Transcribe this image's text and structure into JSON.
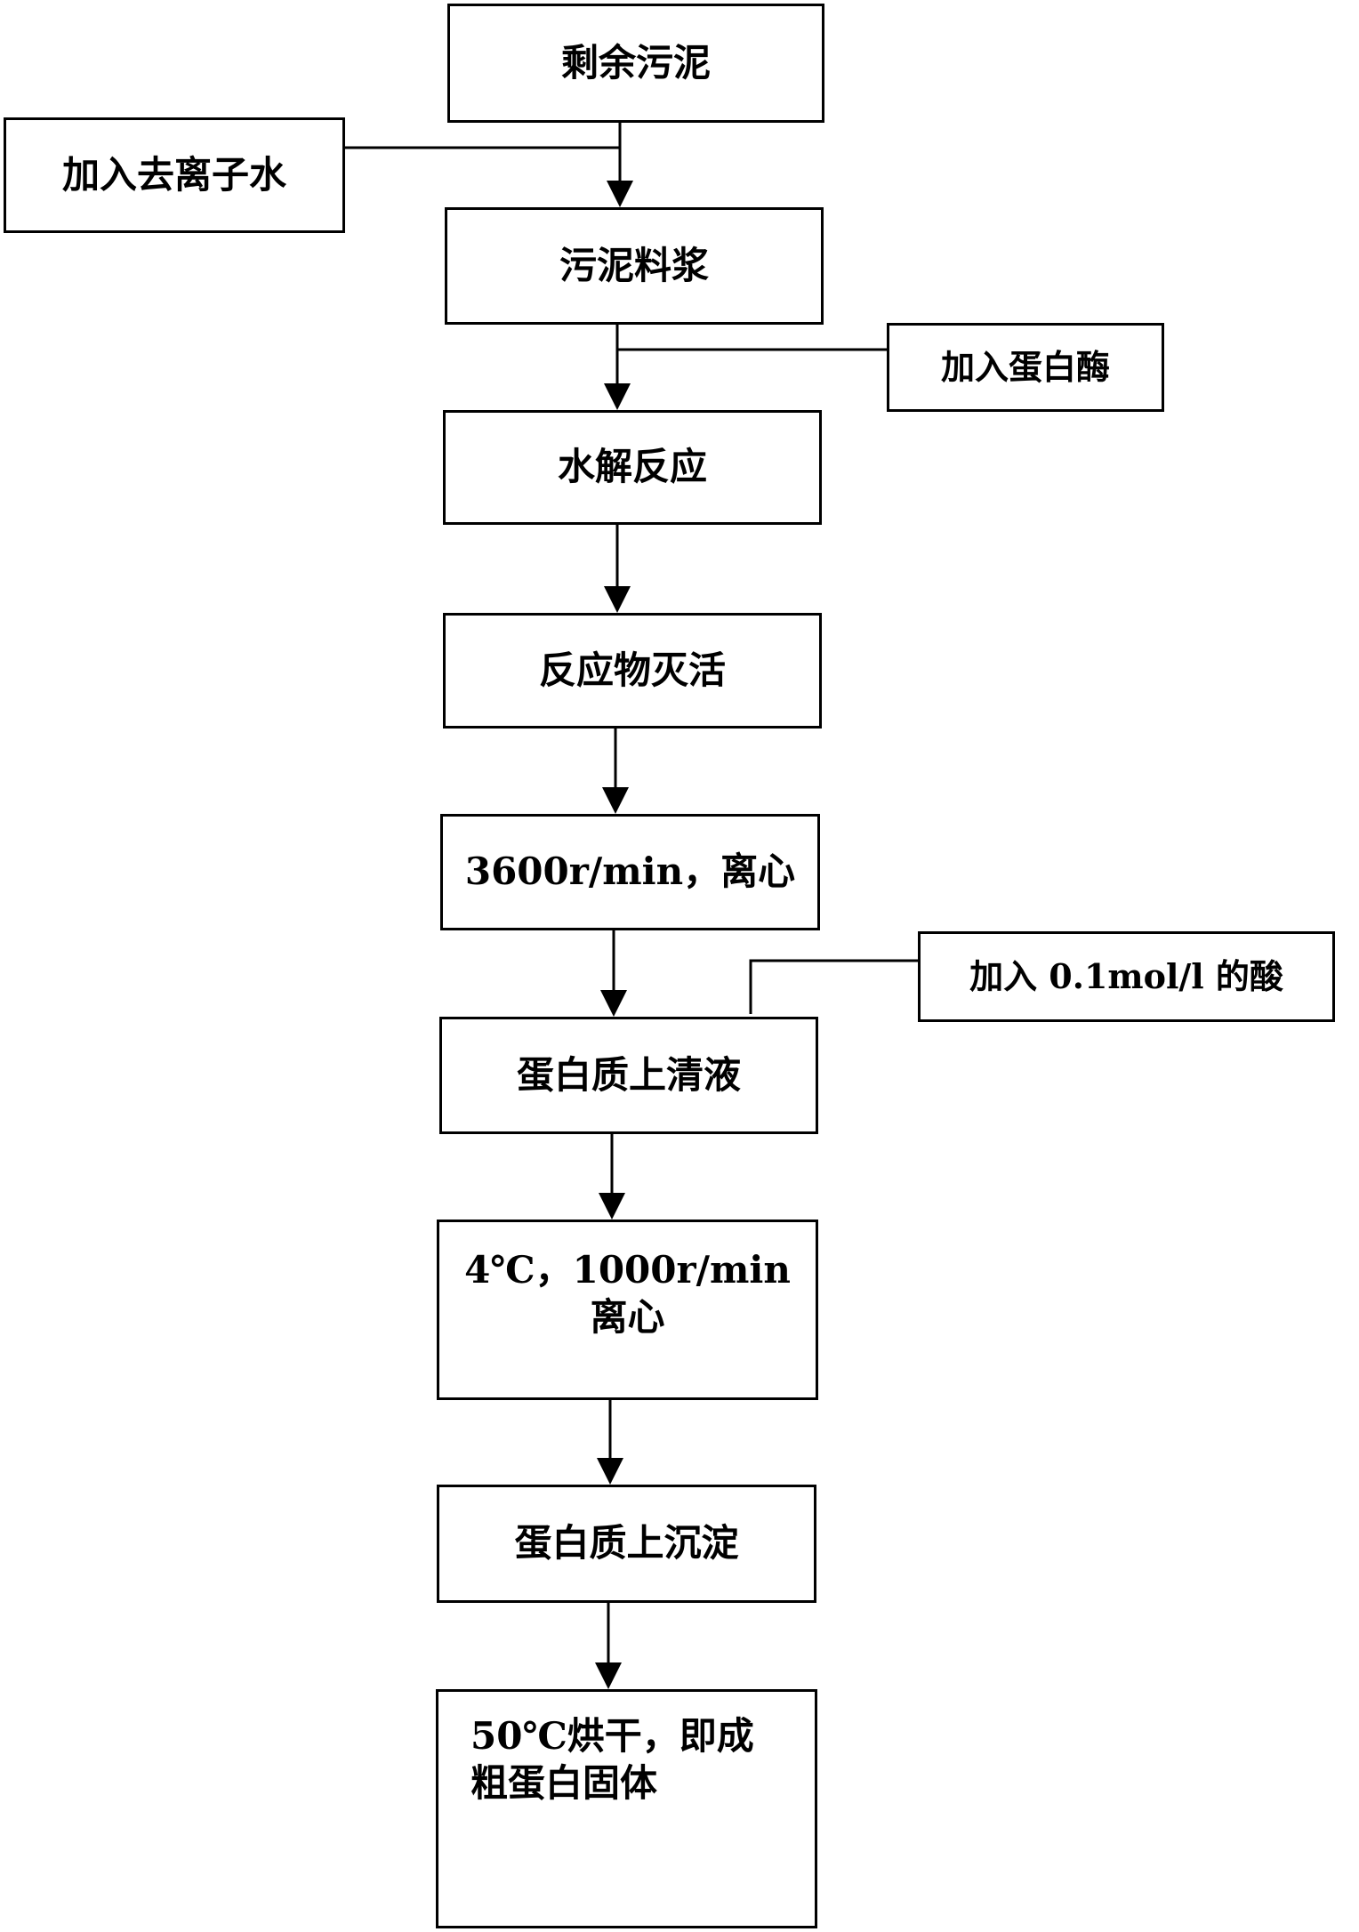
{
  "steps": [
    {
      "id": "s1",
      "label": "剩余污泥"
    },
    {
      "id": "s2",
      "label": "污泥料浆"
    },
    {
      "id": "s3",
      "label": "水解反应"
    },
    {
      "id": "s4",
      "label": "反应物灭活"
    },
    {
      "id": "s5",
      "label": "3600r/min，离心"
    },
    {
      "id": "s6",
      "label": "蛋白质上清液"
    },
    {
      "id": "s7",
      "label": "4℃，1000r/min\n离心"
    },
    {
      "id": "s8",
      "label": "蛋白质上沉淀"
    },
    {
      "id": "s9",
      "label": "50℃烘干，即成\n粗蛋白固体"
    }
  ],
  "inputs": [
    {
      "id": "in1",
      "label": "加入去离子水"
    },
    {
      "id": "in2",
      "label": "加入蛋白酶"
    },
    {
      "id": "in3",
      "label": "加入 0.1mol/l 的酸"
    }
  ],
  "colors": {
    "line": "#000000",
    "box_border": "#000000",
    "background": "#ffffff"
  }
}
